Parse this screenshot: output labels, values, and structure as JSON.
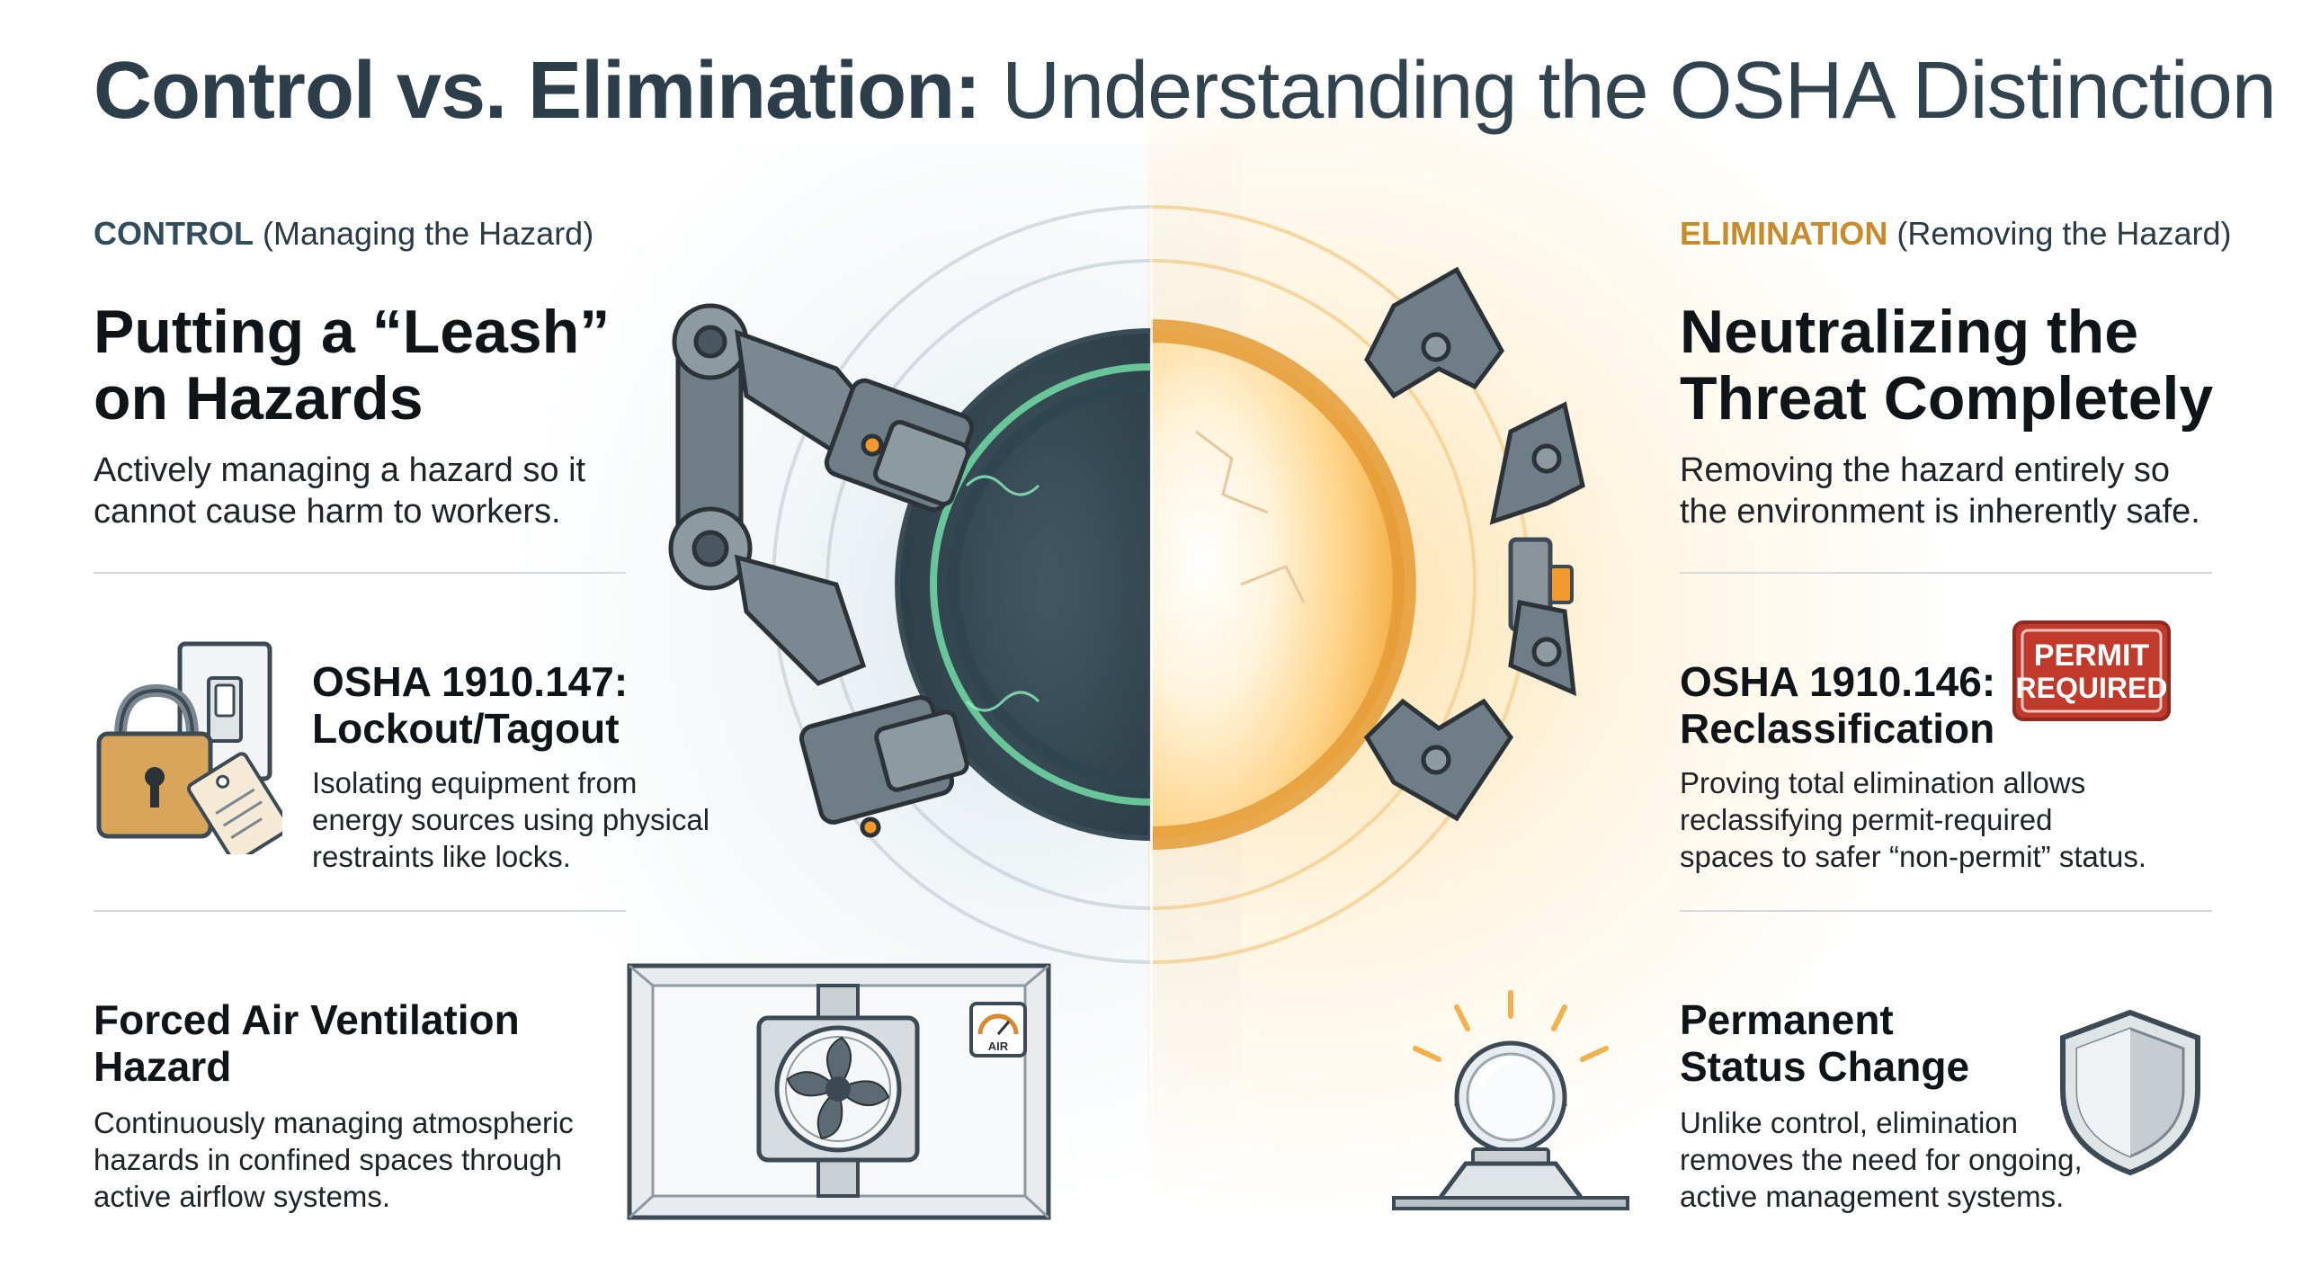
{
  "title": {
    "bold": "Control vs. Elimination:",
    "light": "Understanding the OSHA Distinction"
  },
  "control": {
    "label_key": "CONTROL",
    "label_rest": "(Managing the Hazard)",
    "headline_line1": "Putting a “Leash”",
    "headline_line2": "on Hazards",
    "lead_line1": "Actively managing a hazard so it",
    "lead_line2": "cannot cause harm to workers.",
    "item1": {
      "title_line1": "OSHA 1910.147:",
      "title_line2": "Lockout/Tagout",
      "body_line1": "Isolating equipment from",
      "body_line2": "energy sources using physical",
      "body_line3": "restraints like locks."
    },
    "item2": {
      "title_line1": "Forced Air Ventilation",
      "title_line2": "Hazard",
      "body_line1": "Continuously managing atmospheric",
      "body_line2": "hazards in confined spaces through",
      "body_line3": "active airflow systems."
    },
    "air_gauge_label": "AIR"
  },
  "elimination": {
    "label_key": "ELIMINATION",
    "label_rest": "(Removing the Hazard)",
    "headline_line1": "Neutralizing the",
    "headline_line2": "Threat Completely",
    "lead_line1": "Removing the hazard entirely so",
    "lead_line2": "the environment is inherently safe.",
    "item1": {
      "title_line1": "OSHA 1910.146:",
      "title_line2": "Reclassification",
      "body_line1": "Proving total elimination allows",
      "body_line2": "reclassifying permit-required",
      "body_line3": "spaces to safer “non-permit” status."
    },
    "permit_badge_line1": "PERMIT",
    "permit_badge_line2": "REQUIRED",
    "item2": {
      "title_line1": "Permanent",
      "title_line2": "Status Change",
      "body_line1": "Unlike control, elimination",
      "body_line2": "removes the need for ongoing,",
      "body_line3": "active management systems."
    }
  },
  "colors": {
    "control_accent": "#2f4d5a",
    "elimination_accent": "#c98a2a",
    "permit_red": "#c0392b"
  },
  "icons": [
    "padlock-icon",
    "tag-icon",
    "light-switch-icon",
    "fan-icon",
    "air-gauge-icon",
    "permit-badge-icon",
    "glass-dome-icon",
    "shield-icon",
    "robotic-arm-clamp-icon",
    "released-claw-icon"
  ]
}
